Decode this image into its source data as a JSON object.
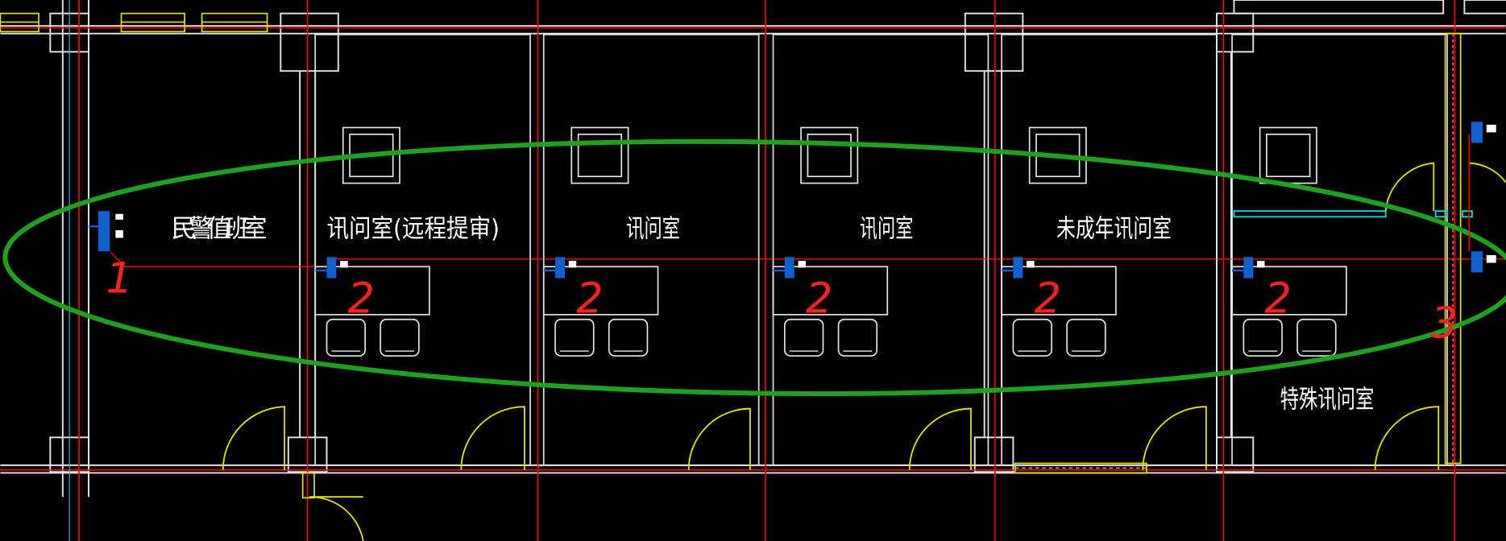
{
  "rooms": [
    {
      "label": "民警值班室",
      "annotation": "1"
    },
    {
      "label": "讯问室(远程提审)",
      "annotation": "2"
    },
    {
      "label": "讯问室",
      "annotation": "2"
    },
    {
      "label": "讯问室",
      "annotation": "2"
    },
    {
      "label": "未成年讯问室",
      "annotation": "2"
    },
    {
      "label": "特殊讯问室",
      "annotation": "2"
    }
  ],
  "extra_annotation": "3",
  "colors": {
    "background": "#000000",
    "wall": "#e6e6e6",
    "axis": "#ff0000",
    "door": "#e6e600",
    "highlight": "#1fa01f",
    "camera": "#1060d0",
    "glass": "#00e0f0"
  }
}
